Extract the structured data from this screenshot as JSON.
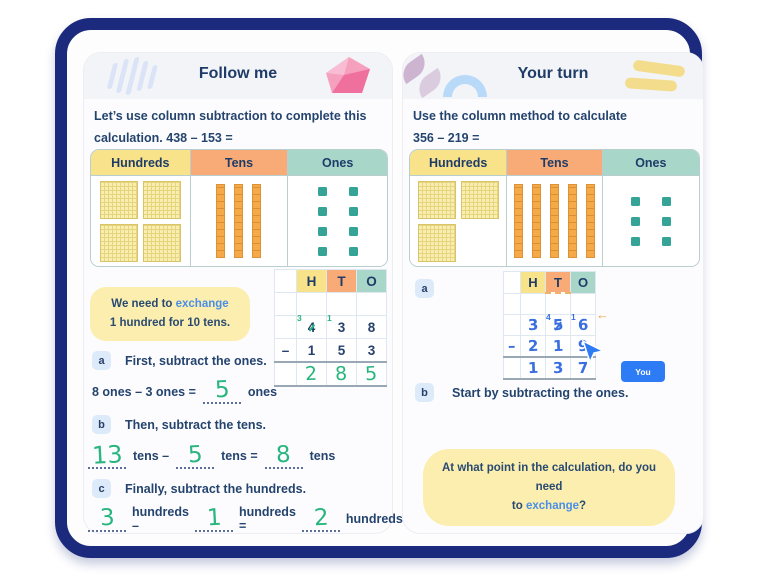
{
  "follow": {
    "title": "Follow me",
    "intro_line1": "Let’s use column subtraction to complete this",
    "intro_line2": "calculation. 438 – 153 =",
    "table": {
      "headers": [
        "Hundreds",
        "Tens",
        "Ones"
      ],
      "hundreds": 4,
      "tens": 3,
      "ones": 8
    },
    "callout": {
      "line1_pre": "We need to ",
      "line1_link": "exchange",
      "line2": "1 hundred for 10 tens."
    },
    "grid": {
      "headers": [
        "H",
        "T",
        "O"
      ],
      "sup_hundreds": "3",
      "sup_tens": "1",
      "minuend": [
        "4",
        "3",
        "8"
      ],
      "minus": "–",
      "subtrahend": [
        "1",
        "5",
        "3"
      ],
      "answer": [
        "2",
        "8",
        "5"
      ]
    },
    "step_a": {
      "badge": "a",
      "text": "First, subtract the ones."
    },
    "line_ones": {
      "pre": "8 ones – 3 ones =",
      "ans": "5",
      "unit": "ones"
    },
    "step_b": {
      "badge": "b",
      "text": "Then, subtract the tens."
    },
    "line_tens": {
      "a": "13",
      "w1": "tens –",
      "b": "5",
      "w2": "tens =",
      "c": "8",
      "unit": "tens"
    },
    "step_c": {
      "badge": "c",
      "text": "Finally, subtract the hundreds."
    },
    "line_hundreds": {
      "a": "3",
      "w1": "hundreds –",
      "b": "1",
      "w2": "hundreds =",
      "c": "2",
      "unit": "hundreds"
    }
  },
  "your_turn": {
    "title": "Your turn",
    "intro_line1": "Use the column method to calculate",
    "intro_line2": "356 – 219 =",
    "table": {
      "headers": [
        "Hundreds",
        "Tens",
        "Ones"
      ],
      "hundreds": 3,
      "tens": 5,
      "ones": 6
    },
    "grid": {
      "headers": [
        "H",
        "T",
        "O"
      ],
      "sup_tens": "4",
      "sup_ones": "1",
      "minuend": [
        "3",
        "5",
        "6"
      ],
      "minus": "–",
      "subtrahend": [
        "2",
        "1",
        "9"
      ],
      "answer": [
        "1",
        "3",
        "7"
      ]
    },
    "step_a": {
      "badge": "a"
    },
    "step_b": {
      "badge": "b",
      "text": "Start by subtracting the ones."
    },
    "cursor_label": "You",
    "callout": {
      "line1": "At what point in the calculation, do you need",
      "line2_pre": "to ",
      "line2_link": "exchange",
      "line2_post": "?"
    },
    "exchange_arrow": "←"
  },
  "colors": {
    "frame_navy": "#1b2a7c",
    "text_navy": "#23436d",
    "link_blue": "#4a8ee8",
    "hand_green": "#28b67e",
    "hand_blue": "#3a6fe0",
    "header_yellow": "#f8e38a",
    "header_orange": "#f8ab77",
    "header_teal": "#a8d7c9",
    "callout_yellow": "#fbeeae",
    "cursor_blue": "#2e7bf6"
  }
}
